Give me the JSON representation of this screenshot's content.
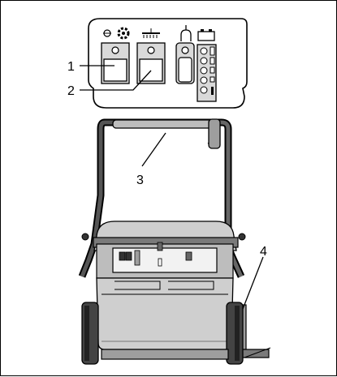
{
  "figure": {
    "callouts": [
      "1",
      "2",
      "3",
      "4"
    ]
  }
}
